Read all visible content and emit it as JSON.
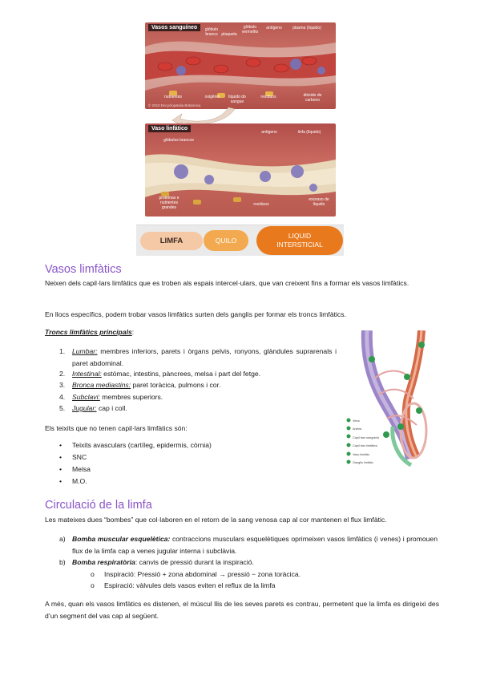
{
  "figure_top": {
    "blood_tag": "Vasos sanguíneo",
    "blood_labels": [
      "glóbulo branco",
      "plaqueta",
      "glóbulo vermelho",
      "antígeno",
      "plasma (líquido)",
      "nutrientes",
      "oxigênio",
      "líquido do sangue",
      "resíduos",
      "dióxido de carbono"
    ],
    "copyright": "© 2010 Encyclopædia Britannica",
    "lymph_tag": "Vaso linfático",
    "lymph_labels": [
      "antígeno",
      "linfa (líquido)",
      "glóbulos brancos",
      "proteínas e nutrientes grandes",
      "resíduos",
      "excesso de líquido"
    ]
  },
  "banner": {
    "limfa": "LIMFA",
    "quilo": "QUILO",
    "liquid": "LIQUID INTERSTICIAL"
  },
  "section1": {
    "heading": "Vasos limfàtics",
    "para1": "Neixen dels capil·lars limfàtics que es troben als espais intercel·ulars, que van creixent fins a formar els vasos limfàtics.",
    "para2": "En llocs específics, podem trobar vasos limfàtics surten dels ganglis per formar els troncs limfàtics.",
    "troncs_title": "Troncs limfàtics principals",
    "troncs_colon": ":",
    "troncs": [
      {
        "num": "1.",
        "name": "Lumbar:",
        "text": " membres inferiors, parets i òrgans pelvis, ronyons, glàndules suprarenals i paret abdominal."
      },
      {
        "num": "2.",
        "name": "Intestinal:",
        "text": " estómac, intestins, pàncrees, melsa i part del fetge."
      },
      {
        "num": "3.",
        "name": "Bronca mediastins:",
        "text": " paret toràcica, pulmons i cor."
      },
      {
        "num": "4.",
        "name": "Subclavi:",
        "text": " membres superiors."
      },
      {
        "num": "5.",
        "name": "Jugular:",
        "text": " cap i coll."
      }
    ],
    "teixits_intro": "Els teixits que no tenen capil·lars limfàtics són:",
    "teixits": [
      "Teixits avasculars (cartíleg, epidermis, còrnia)",
      "SNC",
      "Melsa",
      "M.O."
    ]
  },
  "figure_side": {
    "legend": [
      "Vena",
      "Artèria",
      "Capil·lars sanguinis",
      "Capil·lars limfàtics",
      "Vaso limfàtic",
      "Ganglio limfàtic"
    ]
  },
  "section2": {
    "heading": "Circulació de la limfa",
    "intro": "Les mateixes dues “bombes” que col·laboren en el retorn de la sang venosa cap al cor mantenen el flux limfàtic.",
    "a_marker": "a)",
    "a_title": "Bomba muscular esquelètica:",
    "a_text": " contraccions musculars esquelètiques oprimeixen vasos limfàtics (i venes) i promouen flux de la limfa cap a venes jugular interna i subclàvia.",
    "b_marker": "b)",
    "b_title": "Bomba respiratòria",
    "b_text": ": canvis de pressió durant la inspiració.",
    "sub": [
      {
        "bullet": "o",
        "text": "Inspiració: Pressió + zona abdominal → pressió − zona toràcica."
      },
      {
        "bullet": "o",
        "text": "Espiració: vàlvules dels vasos eviten el reflux de la limfa"
      }
    ],
    "closing": "A més, quan els vasos limfàtics es distenen, el múscul llis de les seves parets es contrau, permetent que la limfa es dirigeixi des d’un segment del vas cap al següent."
  },
  "colors": {
    "heading": "#8a55c8",
    "limfa_pill": "#f6c9a6",
    "quilo_pill": "#f3a94f",
    "liquid_pill": "#e9791d"
  }
}
